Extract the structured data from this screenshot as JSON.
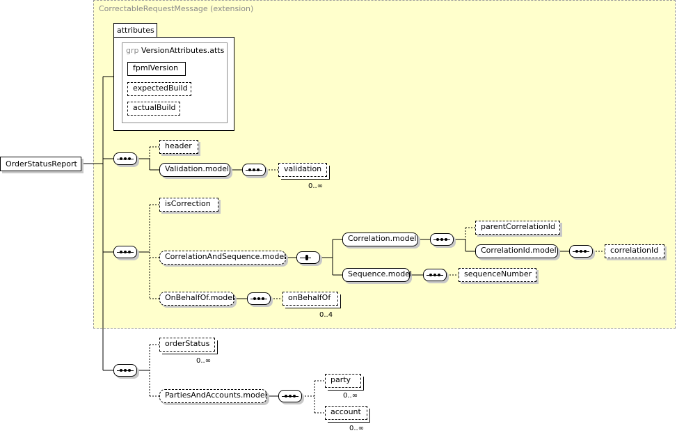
{
  "extension": {
    "label": "CorrectableRequestMessage (extension)",
    "fill": "#ffffcc"
  },
  "root": {
    "label": "OrderStatusReport"
  },
  "attributes": {
    "tab_label": "attributes",
    "group_prefix": "grp",
    "group_name": "VersionAttributes.atts",
    "items": [
      "fpmlVersion",
      "expectedBuild",
      "actualBuild"
    ]
  },
  "seq1": {
    "header": "header",
    "validation_model": "Validation.model",
    "validation": "validation",
    "validation_card": "0..∞"
  },
  "seq2": {
    "is_correction": "isCorrection",
    "corr_seq_model": "CorrelationAndSequence.model",
    "correlation_model": "Correlation.model",
    "parent_correlation_id": "parentCorrelationId",
    "correlation_id_model": "CorrelationId.model",
    "correlation_id": "correlationId",
    "sequence_model": "Sequence.model",
    "sequence_number": "sequenceNumber",
    "on_behalf_of_model": "OnBehalfOf.model",
    "on_behalf_of": "onBehalfOf",
    "on_behalf_of_card": "0..4"
  },
  "seq3": {
    "order_status": "orderStatus",
    "order_status_card": "0..∞",
    "parties_accounts_model": "PartiesAndAccounts.model",
    "party": "party",
    "party_card": "0..∞",
    "account": "account",
    "account_card": "0..∞"
  }
}
